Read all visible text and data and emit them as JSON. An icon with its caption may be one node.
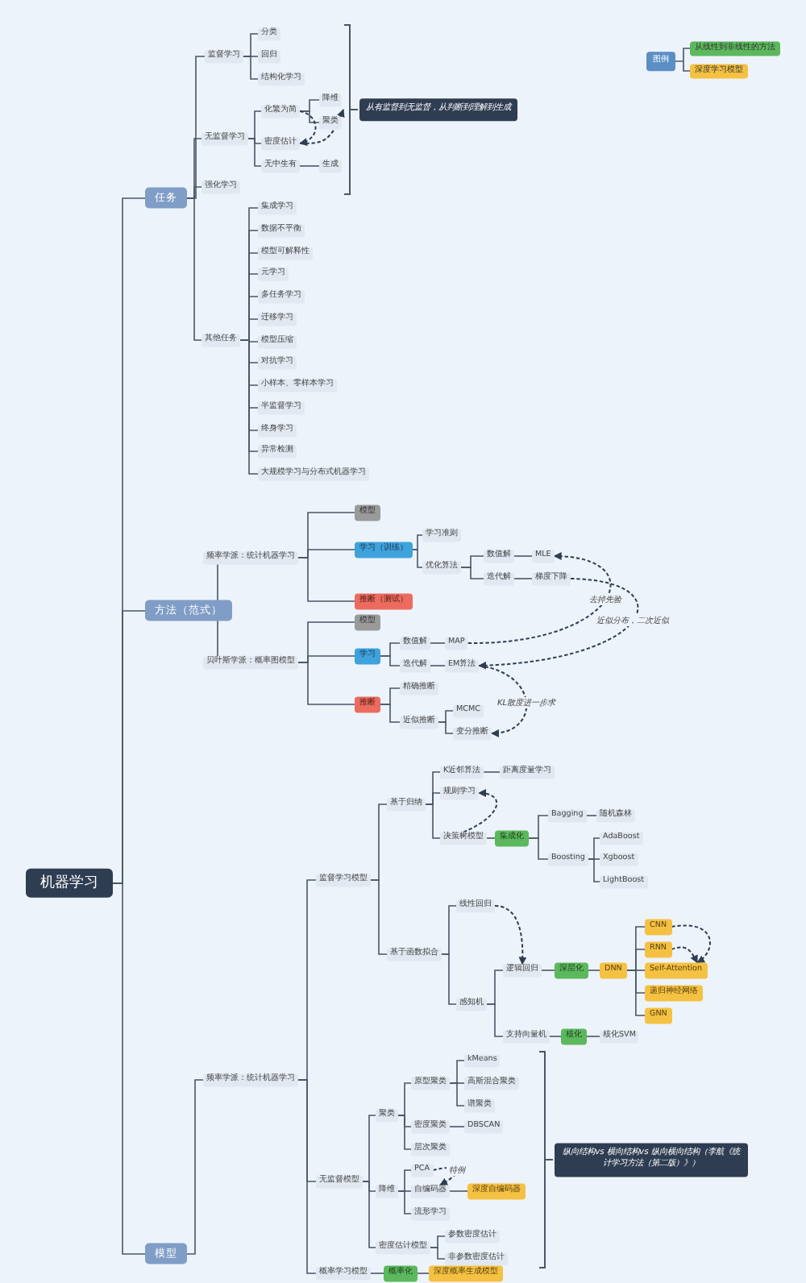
{
  "diagram": {
    "nodes": [
      {
        "text": [
          "机器学习"
        ]
      },
      {
        "text": [
          "任务"
        ]
      },
      {
        "text": [
          "监督学习"
        ]
      },
      {
        "text": [
          "分类"
        ]
      },
      {
        "text": [
          "回归"
        ]
      },
      {
        "text": [
          "结构化学习"
        ]
      },
      {
        "text": [
          "无监督学习"
        ]
      },
      {
        "text": [
          "化繁为简"
        ]
      },
      {
        "text": [
          "降维"
        ]
      },
      {
        "text": [
          "聚类"
        ]
      },
      {
        "text": [
          "密度估计"
        ]
      },
      {
        "text": [
          "无中生有"
        ]
      },
      {
        "text": [
          "生成"
        ]
      },
      {
        "text": [
          "强化学习"
        ]
      },
      {
        "text": [
          "其他任务"
        ]
      },
      {
        "text": [
          "集成学习"
        ]
      },
      {
        "text": [
          "数据不平衡"
        ]
      },
      {
        "text": [
          "模型可解释性"
        ]
      },
      {
        "text": [
          "元学习"
        ]
      },
      {
        "text": [
          "多任务学习"
        ]
      },
      {
        "text": [
          "迁移学习"
        ]
      },
      {
        "text": [
          "模型压缩"
        ]
      },
      {
        "text": [
          "对抗学习"
        ]
      },
      {
        "text": [
          "小样本、零样本学习"
        ]
      },
      {
        "text": [
          "半监督学习"
        ]
      },
      {
        "text": [
          "终身学习"
        ]
      },
      {
        "text": [
          "异常检测"
        ]
      },
      {
        "text": [
          "大规模学习与分布式机器学习"
        ]
      },
      {
        "text": [
          "从有监督到无监督，从判断到理解到生成"
        ]
      },
      {
        "text": [
          "方法（范式）"
        ]
      },
      {
        "text": [
          "频率学派：统计机器学习"
        ]
      },
      {
        "text": [
          "模型"
        ]
      },
      {
        "text": [
          "学习（训练）"
        ]
      },
      {
        "text": [
          "推断（测试）"
        ]
      },
      {
        "text": [
          "学习准则"
        ]
      },
      {
        "text": [
          "优化算法"
        ]
      },
      {
        "text": [
          "数值解"
        ]
      },
      {
        "text": [
          "MLE"
        ]
      },
      {
        "text": [
          "迭代解"
        ]
      },
      {
        "text": [
          "梯度下降"
        ]
      },
      {
        "text": [
          "贝叶斯学派：概率图模型"
        ]
      },
      {
        "text": [
          "模型"
        ]
      },
      {
        "text": [
          "学习"
        ]
      },
      {
        "text": [
          "推断"
        ]
      },
      {
        "text": [
          "数值解"
        ]
      },
      {
        "text": [
          "MAP"
        ]
      },
      {
        "text": [
          "迭代解"
        ]
      },
      {
        "text": [
          "EM算法"
        ]
      },
      {
        "text": [
          "精确推断"
        ]
      },
      {
        "text": [
          "近似推断"
        ]
      },
      {
        "text": [
          "MCMC"
        ]
      },
      {
        "text": [
          "变分推断"
        ]
      },
      {
        "text": [
          "模型"
        ]
      },
      {
        "text": [
          "频率学派：统计机器学习"
        ]
      },
      {
        "text": [
          "监督学习模型"
        ]
      },
      {
        "text": [
          "基于归纳"
        ]
      },
      {
        "text": [
          "K近邻算法"
        ]
      },
      {
        "text": [
          "距离度量学习"
        ]
      },
      {
        "text": [
          "规则学习"
        ]
      },
      {
        "text": [
          "决策树模型"
        ]
      },
      {
        "text": [
          "集成化"
        ]
      },
      {
        "text": [
          "Bagging"
        ]
      },
      {
        "text": [
          "随机森林"
        ]
      },
      {
        "text": [
          "Boosting"
        ]
      },
      {
        "text": [
          "AdaBoost"
        ]
      },
      {
        "text": [
          "Xgboost"
        ]
      },
      {
        "text": [
          "LightBoost"
        ]
      },
      {
        "text": [
          "基于函数拟合"
        ]
      },
      {
        "text": [
          "线性回归"
        ]
      },
      {
        "text": [
          "感知机"
        ]
      },
      {
        "text": [
          "逻辑回归"
        ]
      },
      {
        "text": [
          "深层化"
        ]
      },
      {
        "text": [
          "DNN"
        ]
      },
      {
        "text": [
          "CNN"
        ]
      },
      {
        "text": [
          "RNN"
        ]
      },
      {
        "text": [
          "Self-Attention"
        ]
      },
      {
        "text": [
          "递归神经网络"
        ]
      },
      {
        "text": [
          "GNN"
        ]
      },
      {
        "text": [
          "支持向量机"
        ]
      },
      {
        "text": [
          "核化"
        ]
      },
      {
        "text": [
          "核化SVM"
        ]
      },
      {
        "text": [
          "无监督模型"
        ]
      },
      {
        "text": [
          "聚类"
        ]
      },
      {
        "text": [
          "原型聚类"
        ]
      },
      {
        "text": [
          "kMeans"
        ]
      },
      {
        "text": [
          "高斯混合聚类"
        ]
      },
      {
        "text": [
          "谱聚类"
        ]
      },
      {
        "text": [
          "密度聚类"
        ]
      },
      {
        "text": [
          "DBSCAN"
        ]
      },
      {
        "text": [
          "层次聚类"
        ]
      },
      {
        "text": [
          "降维"
        ]
      },
      {
        "text": [
          "PCA"
        ]
      },
      {
        "text": [
          "自编码器"
        ]
      },
      {
        "text": [
          "深度自编码器"
        ]
      },
      {
        "text": [
          "流形学习"
        ]
      },
      {
        "text": [
          "密度估计模型"
        ]
      },
      {
        "text": [
          "参数密度估计"
        ]
      },
      {
        "text": [
          "非参数密度估计"
        ]
      },
      {
        "text": [
          "纵向结构vs 横向结构vs 纵向横向结构（李航《统计学习方法（第二版）》）"
        ]
      },
      {
        "text": [
          "概率学习模型"
        ]
      },
      {
        "text": [
          "概率化"
        ]
      },
      {
        "text": [
          "深度概率生成模型"
        ]
      }
    ],
    "edges": [
      {
        "from": 0,
        "to": 1,
        "arrow": "none"
      },
      {
        "from": 0,
        "to": 29,
        "arrow": "none"
      },
      {
        "from": 0,
        "to": 52,
        "arrow": "none"
      },
      {
        "from": 1,
        "to": 2,
        "arrow": "none"
      },
      {
        "from": 1,
        "to": 6,
        "arrow": "none"
      },
      {
        "from": 1,
        "to": 13,
        "arrow": "none"
      },
      {
        "from": 1,
        "to": 14,
        "arrow": "none"
      },
      {
        "from": 2,
        "to": 3,
        "arrow": "none"
      },
      {
        "from": 2,
        "to": 4,
        "arrow": "none"
      },
      {
        "from": 2,
        "to": 5,
        "arrow": "none"
      },
      {
        "from": 6,
        "to": 7,
        "arrow": "none"
      },
      {
        "from": 6,
        "to": 10,
        "arrow": "none"
      },
      {
        "from": 6,
        "to": 11,
        "arrow": "none"
      },
      {
        "from": 7,
        "to": 8,
        "arrow": "none"
      },
      {
        "from": 7,
        "to": 9,
        "arrow": "none"
      },
      {
        "from": 11,
        "to": 12,
        "arrow": "none"
      },
      {
        "from": 14,
        "to": 15,
        "arrow": "none"
      },
      {
        "from": 14,
        "to": 16,
        "arrow": "none"
      },
      {
        "from": 14,
        "to": 17,
        "arrow": "none"
      },
      {
        "from": 14,
        "to": 18,
        "arrow": "none"
      },
      {
        "from": 14,
        "to": 19,
        "arrow": "none"
      },
      {
        "from": 14,
        "to": 20,
        "arrow": "none"
      },
      {
        "from": 14,
        "to": 21,
        "arrow": "none"
      },
      {
        "from": 14,
        "to": 22,
        "arrow": "none"
      },
      {
        "from": 14,
        "to": 23,
        "arrow": "none"
      },
      {
        "from": 14,
        "to": 24,
        "arrow": "none"
      },
      {
        "from": 14,
        "to": 25,
        "arrow": "none"
      },
      {
        "from": 14,
        "to": 26,
        "arrow": "none"
      },
      {
        "from": 14,
        "to": 27,
        "arrow": "none"
      },
      {
        "from": 29,
        "to": 30,
        "arrow": "none"
      },
      {
        "from": 29,
        "to": 40,
        "arrow": "none"
      },
      {
        "from": 30,
        "to": 31,
        "arrow": "none"
      },
      {
        "from": 30,
        "to": 32,
        "arrow": "none"
      },
      {
        "from": 30,
        "to": 33,
        "arrow": "none"
      },
      {
        "from": 32,
        "to": 34,
        "arrow": "none"
      },
      {
        "from": 32,
        "to": 35,
        "arrow": "none"
      },
      {
        "from": 35,
        "to": 36,
        "arrow": "none"
      },
      {
        "from": 35,
        "to": 38,
        "arrow": "none"
      },
      {
        "from": 36,
        "to": 37,
        "arrow": "none"
      },
      {
        "from": 38,
        "to": 39,
        "arrow": "none"
      },
      {
        "from": 40,
        "to": 41,
        "arrow": "none"
      },
      {
        "from": 40,
        "to": 42,
        "arrow": "none"
      },
      {
        "from": 40,
        "to": 43,
        "arrow": "none"
      },
      {
        "from": 42,
        "to": 44,
        "arrow": "none"
      },
      {
        "from": 42,
        "to": 46,
        "arrow": "none"
      },
      {
        "from": 44,
        "to": 45,
        "arrow": "none"
      },
      {
        "from": 46,
        "to": 47,
        "arrow": "none"
      },
      {
        "from": 43,
        "to": 48,
        "arrow": "none"
      },
      {
        "from": 43,
        "to": 49,
        "arrow": "none"
      },
      {
        "from": 49,
        "to": 50,
        "arrow": "none"
      },
      {
        "from": 49,
        "to": 51,
        "arrow": "none"
      },
      {
        "from": 52,
        "to": 53,
        "arrow": "none"
      },
      {
        "from": 53,
        "to": 54,
        "arrow": "none"
      },
      {
        "from": 53,
        "to": 81,
        "arrow": "none"
      },
      {
        "from": 53,
        "to": 99,
        "arrow": "none"
      },
      {
        "from": 54,
        "to": 55,
        "arrow": "none"
      },
      {
        "from": 54,
        "to": 67,
        "arrow": "none"
      },
      {
        "from": 55,
        "to": 56,
        "arrow": "none"
      },
      {
        "from": 55,
        "to": 58,
        "arrow": "none"
      },
      {
        "from": 55,
        "to": 59,
        "arrow": "none"
      },
      {
        "from": 56,
        "to": 57,
        "arrow": "none"
      },
      {
        "from": 59,
        "to": 60,
        "arrow": "none"
      },
      {
        "from": 60,
        "to": 61,
        "arrow": "none"
      },
      {
        "from": 60,
        "to": 63,
        "arrow": "none"
      },
      {
        "from": 61,
        "to": 62,
        "arrow": "none"
      },
      {
        "from": 63,
        "to": 64,
        "arrow": "none"
      },
      {
        "from": 63,
        "to": 65,
        "arrow": "none"
      },
      {
        "from": 63,
        "to": 66,
        "arrow": "none"
      },
      {
        "from": 67,
        "to": 68,
        "arrow": "none"
      },
      {
        "from": 67,
        "to": 69,
        "arrow": "none"
      },
      {
        "from": 69,
        "to": 70,
        "arrow": "none"
      },
      {
        "from": 69,
        "to": 78,
        "arrow": "none"
      },
      {
        "from": 70,
        "to": 71,
        "arrow": "none"
      },
      {
        "from": 71,
        "to": 72,
        "arrow": "none"
      },
      {
        "from": 72,
        "to": 73,
        "arrow": "none"
      },
      {
        "from": 72,
        "to": 74,
        "arrow": "none"
      },
      {
        "from": 72,
        "to": 75,
        "arrow": "none"
      },
      {
        "from": 72,
        "to": 76,
        "arrow": "none"
      },
      {
        "from": 72,
        "to": 77,
        "arrow": "none"
      },
      {
        "from": 78,
        "to": 79,
        "arrow": "none"
      },
      {
        "from": 79,
        "to": 80,
        "arrow": "none"
      },
      {
        "from": 81,
        "to": 82,
        "arrow": "none"
      },
      {
        "from": 81,
        "to": 90,
        "arrow": "none"
      },
      {
        "from": 81,
        "to": 95,
        "arrow": "none"
      },
      {
        "from": 82,
        "to": 83,
        "arrow": "none"
      },
      {
        "from": 82,
        "to": 87,
        "arrow": "none"
      },
      {
        "from": 82,
        "to": 89,
        "arrow": "none"
      },
      {
        "from": 83,
        "to": 84,
        "arrow": "none"
      },
      {
        "from": 83,
        "to": 85,
        "arrow": "none"
      },
      {
        "from": 83,
        "to": 86,
        "arrow": "none"
      },
      {
        "from": 87,
        "to": 88,
        "arrow": "none"
      },
      {
        "from": 90,
        "to": 91,
        "arrow": "none"
      },
      {
        "from": 90,
        "to": 92,
        "arrow": "none"
      },
      {
        "from": 90,
        "to": 94,
        "arrow": "none"
      },
      {
        "from": 92,
        "to": 93,
        "arrow": "none"
      },
      {
        "from": 95,
        "to": 96,
        "arrow": "none"
      },
      {
        "from": 95,
        "to": 97,
        "arrow": "none"
      },
      {
        "from": 99,
        "to": 100,
        "arrow": "none"
      },
      {
        "from": 100,
        "to": 101,
        "arrow": "none"
      },
      {
        "from": 7,
        "to": 10,
        "arrow": "to",
        "style": "dashed"
      },
      {
        "from": 10,
        "to": 28,
        "arrow": "to",
        "style": "dashed"
      },
      {
        "from": 45,
        "to": 37,
        "arrow": "to",
        "style": "dashed",
        "label": "去掉先验"
      },
      {
        "from": 39,
        "to": 47,
        "arrow": "to",
        "style": "dashed",
        "label": "近似分布，二次近似"
      },
      {
        "from": 47,
        "to": 51,
        "arrow": "to",
        "style": "dashed",
        "label": "KL散度进一步求"
      },
      {
        "from": 59,
        "to": 58,
        "arrow": "to",
        "style": "dashed"
      },
      {
        "from": 68,
        "to": 70,
        "arrow": "to",
        "style": "dashed"
      },
      {
        "from": 73,
        "to": 75,
        "arrow": "to",
        "style": "dashed"
      },
      {
        "from": 74,
        "to": 75,
        "arrow": "to",
        "style": "dashed"
      },
      {
        "from": 91,
        "to": 92,
        "arrow": "to",
        "style": "dashed",
        "label": "特例"
      }
    ],
    "labels": [
      "图例"
    ],
    "legend": [
      {
        "text": "从线性到非线性的方法",
        "color": "#5cb85c"
      },
      {
        "text": "深度学习模型",
        "color": "#f5c142"
      }
    ]
  }
}
